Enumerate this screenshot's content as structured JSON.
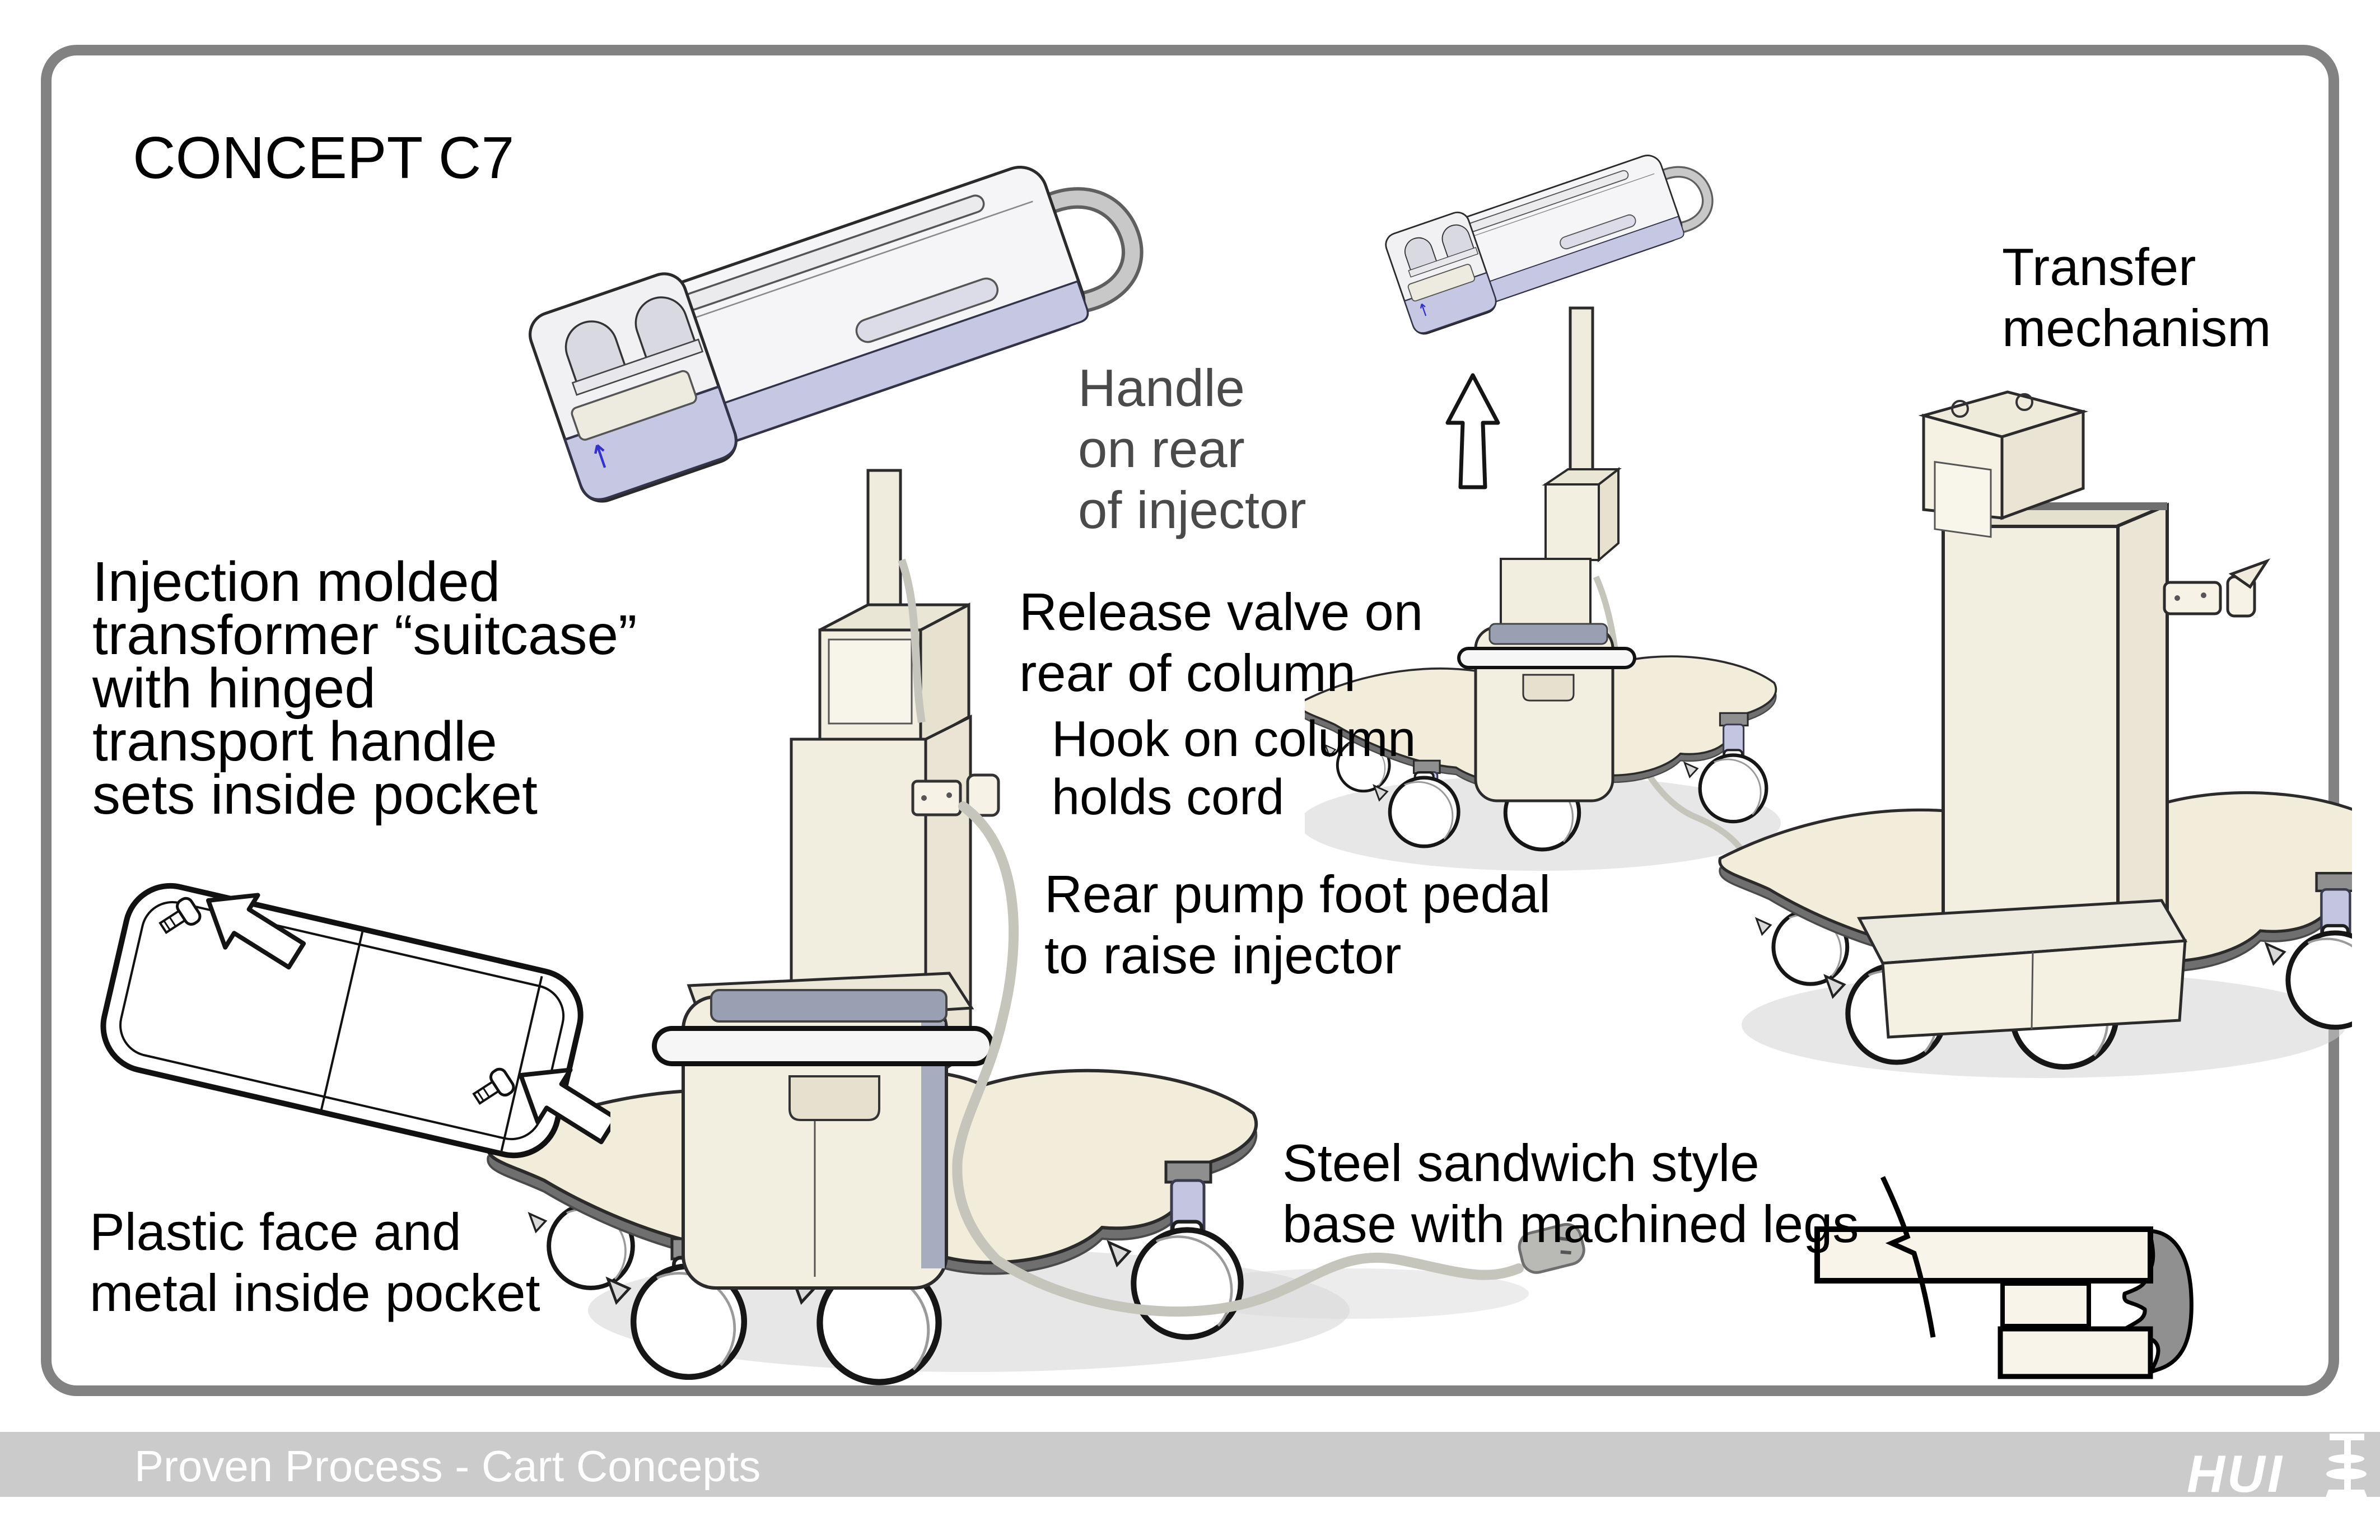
{
  "slide": {
    "title": "CONCEPT C7",
    "annotations": {
      "suitcase": "Injection molded\ntransformer “suitcase”\nwith hinged\ntransport handle\nsets inside pocket",
      "handle": "Handle\non rear\nof injector",
      "release_valve": "Release valve on\nrear of column",
      "hook": "Hook on column\nholds cord",
      "foot_pedal": "Rear pump foot pedal\nto raise injector",
      "plastic_face": "Plastic face and\nmetal inside pocket",
      "steel_base": "Steel sandwich style\nbase with machined legs",
      "transfer_mechanism": "Transfer\nmechanism"
    },
    "footer": {
      "text": "Proven Process - Cart Concepts",
      "logo_text": "HUI"
    },
    "figures": {
      "main_cart": "injector-cart",
      "raised_cart": "injector-cart-raised",
      "transfer_cart": "transfer-mechanism-cart",
      "pocket_detail": "suitcase-pocket-detail",
      "section_detail": "steel-sandwich-base-section"
    },
    "colors": {
      "slide_border": "#828282",
      "footer_bar": "#cbcbcb",
      "footer_text": "#ffffff",
      "cart_body": "#f2eedd",
      "accent_lavender": "#c6c7e2",
      "rim_gray": "#6f6f6f",
      "cord_gray": "#c6c5bc",
      "handle_note_gray": "#4a4a4a"
    }
  }
}
